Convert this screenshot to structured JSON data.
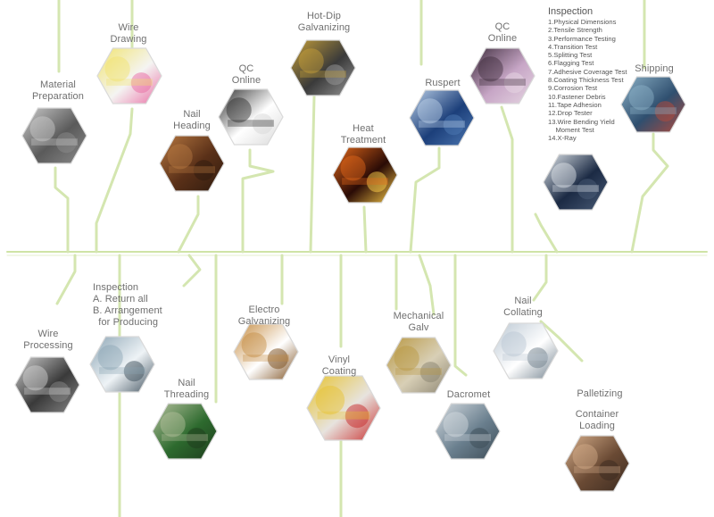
{
  "colors": {
    "line": "#d4e6b0",
    "line_main": "#cfe3a6",
    "label": "#6f6f6f",
    "hex_border": "#ffffff"
  },
  "steps": [
    {
      "id": "material-preparation",
      "label": "Material\nPreparation",
      "icon": "steel-nuts-photo"
    },
    {
      "id": "wire-drawing",
      "label": "Wire\nDrawing",
      "icon": "colored-nails-photo"
    },
    {
      "id": "nail-heading",
      "label": "Nail\nHeading",
      "icon": "factory-workers-photo"
    },
    {
      "id": "qc-online-1",
      "label": "QC\nOnline",
      "icon": "inspector-silhouette-photo"
    },
    {
      "id": "hot-dip-galvanizing",
      "label": "Hot-Dip\nGalvanizing",
      "icon": "nail-strip-photo"
    },
    {
      "id": "heat-treatment",
      "label": "Heat\nTreatment",
      "icon": "furnace-photo"
    },
    {
      "id": "ruspert",
      "label": "Ruspert",
      "icon": "blue-screws-photo"
    },
    {
      "id": "qc-online-2",
      "label": "QC\nOnline",
      "icon": "bridge-photo"
    },
    {
      "id": "inspection-tests",
      "label": "Inspection",
      "icon": "test-machine-photo"
    },
    {
      "id": "shipping",
      "label": "Shipping",
      "icon": "container-ship-photo"
    },
    {
      "id": "wire-processing",
      "label": "Wire\nProcessing",
      "icon": "wire-coil-photo"
    },
    {
      "id": "inspection-arrangement",
      "label": "Inspection\nA. Return all\nB. Arrangement\n  for Producing",
      "icon": "doctor-photo"
    },
    {
      "id": "nail-threading",
      "label": "Nail\nThreading",
      "icon": "green-machine-photo"
    },
    {
      "id": "electro-galvanizing",
      "label": "Electro\nGalvanizing",
      "icon": "collated-nails-photo"
    },
    {
      "id": "vinyl-coating",
      "label": "Vinyl\nCoating",
      "icon": "paint-cans-photo"
    },
    {
      "id": "mechanical-galv",
      "label": "Mechanical\nGalv",
      "icon": "golden-screws-photo"
    },
    {
      "id": "dacromet",
      "label": "Dacromet",
      "icon": "dacromet-plant-photo"
    },
    {
      "id": "nail-collating",
      "label": "Nail\nCollating",
      "icon": "wire-collated-nails-photo"
    },
    {
      "id": "palletizing",
      "label": "Palletizing",
      "icon": ""
    },
    {
      "id": "container-loading",
      "label": "Container\nLoading",
      "icon": "warehouse-photo"
    }
  ],
  "inspection_tests": [
    "1.Physical Dimensions",
    "2.Tensile Strength",
    "3.Performance Testing",
    "4.Transition Test",
    "5.Splitting Test",
    "6.Flagging Test",
    "7.Adhesive Coverage Test",
    "8.Coating Thickness Test",
    "9.Corrosion Test",
    "10.Fastener Debris",
    "11.Tape Adhesion",
    "12.Drop Tester",
    "13.Wire Bending Yield\n    Moment Test",
    "14.X-Ray"
  ]
}
